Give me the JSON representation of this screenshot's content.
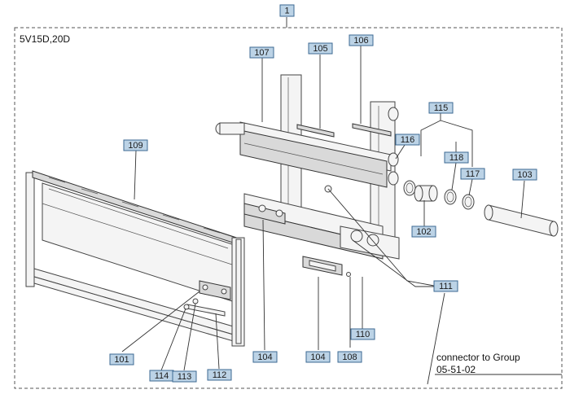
{
  "diagram": {
    "top_callout": "1",
    "model_label": "5V15D,20D",
    "note_line1": "connector to Group",
    "note_line2": "05-51-02",
    "callouts": {
      "c101": "101",
      "c102": "102",
      "c103": "103",
      "c104a": "104",
      "c104b": "104",
      "c105": "105",
      "c106": "106",
      "c107": "107",
      "c108": "108",
      "c109": "109",
      "c110": "110",
      "c111": "111",
      "c112": "112",
      "c113": "113",
      "c114": "114",
      "c115": "115",
      "c116": "116",
      "c117": "117",
      "c118": "118"
    }
  }
}
